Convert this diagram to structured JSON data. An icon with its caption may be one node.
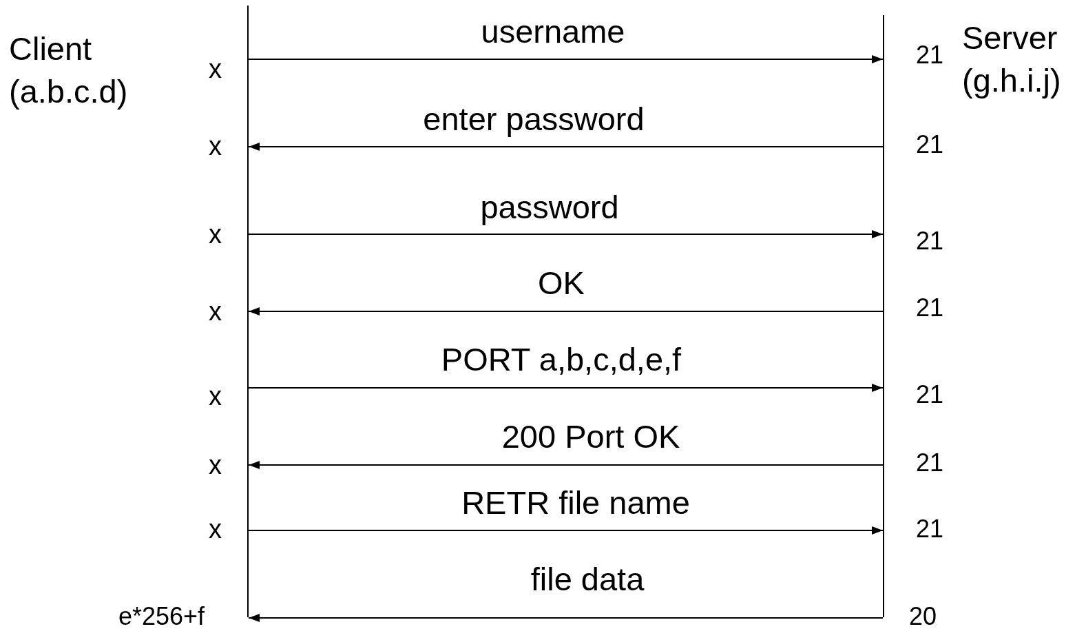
{
  "diagram": {
    "nodes": [
      {
        "text": [],
        "shape": "bar",
        "beside": [
          "Client (a.b.c.d)"
        ]
      },
      {
        "text": [],
        "shape": "bar",
        "beside": [
          "Server (g.h.i.j)"
        ]
      }
    ],
    "edges": [
      {
        "from": 0,
        "to": 1,
        "arrow": "to",
        "label": "username"
      },
      {
        "from": 1,
        "to": 0,
        "arrow": "to",
        "label": "enter password"
      },
      {
        "from": 0,
        "to": 1,
        "arrow": "to",
        "label": "password"
      },
      {
        "from": 1,
        "to": 0,
        "arrow": "to",
        "label": "OK"
      },
      {
        "from": 0,
        "to": 1,
        "arrow": "to",
        "label": "PORT a,b,c,d,e,f"
      },
      {
        "from": 1,
        "to": 0,
        "arrow": "to",
        "label": "200 Port OK"
      },
      {
        "from": 0,
        "to": 1,
        "arrow": "to",
        "label": "RETR file name"
      },
      {
        "from": 1,
        "to": 0,
        "arrow": "to",
        "label": "file data"
      }
    ],
    "labels": [
      "21",
      "x",
      "x",
      "21",
      "x",
      "21",
      "x",
      "21",
      "x",
      "21",
      "x",
      "21",
      "x",
      "21",
      "e*256+f",
      "20"
    ]
  }
}
